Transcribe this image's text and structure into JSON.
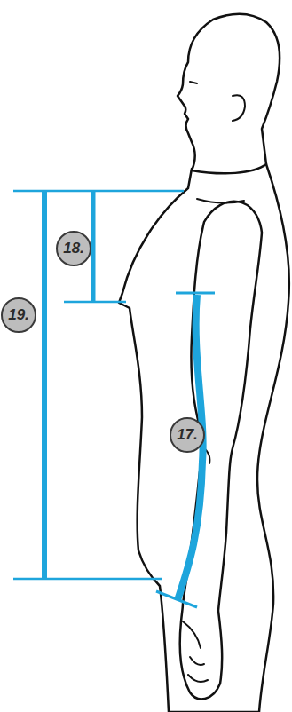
{
  "diagram": {
    "labels": [
      "18.",
      "19.",
      "17."
    ]
  }
}
